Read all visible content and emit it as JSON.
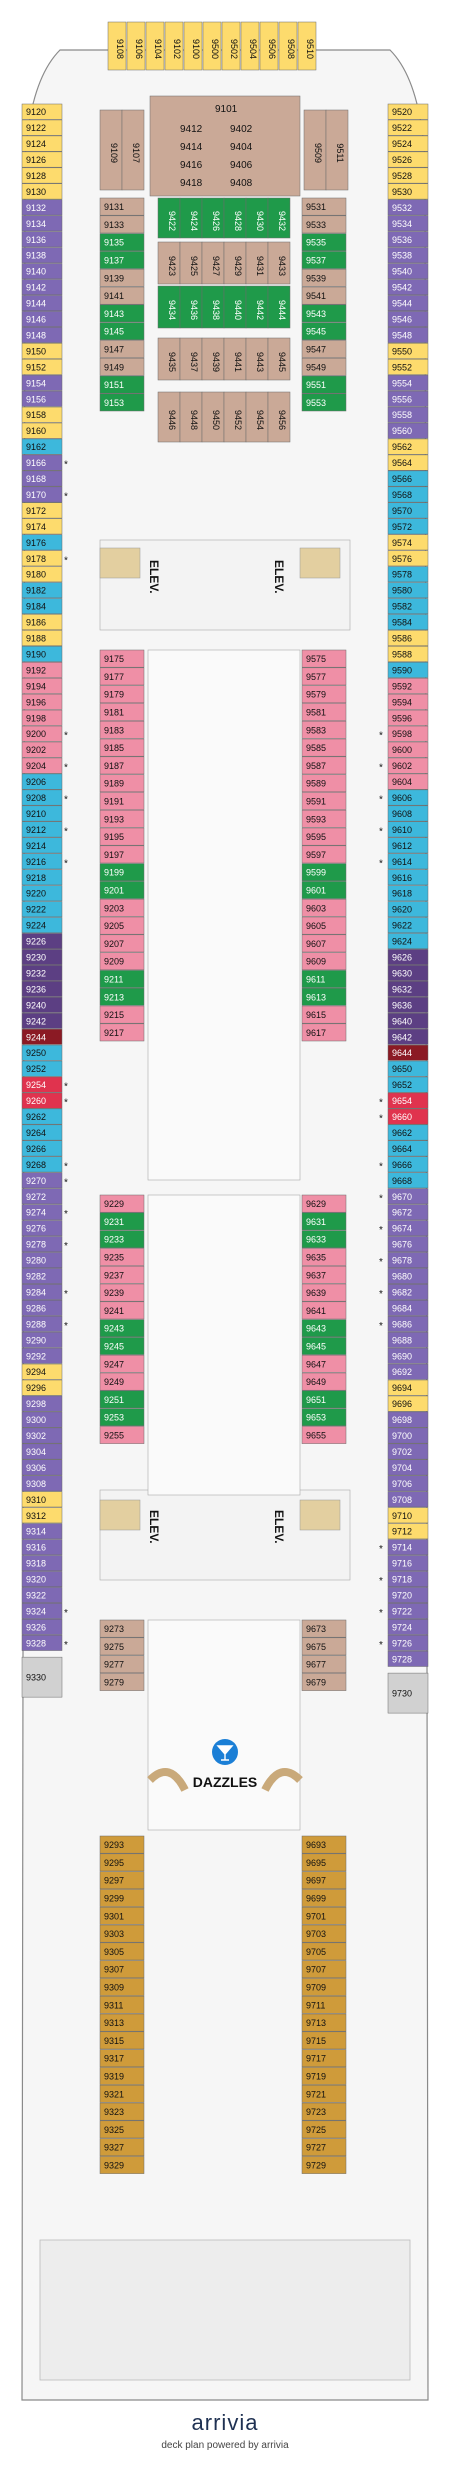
{
  "colors": {
    "grey": "#d1d1d1",
    "yellow": "#fddb6d",
    "purple": "#7e69b4",
    "blue": "#3db8dc",
    "beige": "#caa997",
    "green": "#1f9a4a",
    "pink": "#ef8fa6",
    "darkPurple": "#5c3f83",
    "maroon": "#8b1a24",
    "red": "#e0334e",
    "gold": "#cf9b3a",
    "outline": "#6b6b6b"
  },
  "labels": {
    "elev": "ELEV.",
    "dazzles": "DAZZLES",
    "martini_icon": "martini-icon",
    "accessible_icon": "wheelchair-icon",
    "tv_icon": "tv-icon",
    "star": "*"
  },
  "brand": {
    "logo": "arrivia",
    "tagline": "deck plan powered by arrivia"
  },
  "top_block": [
    "9108",
    "9106",
    "9104",
    "9102",
    "9100",
    "9500",
    "9502",
    "9504",
    "9506",
    "9508",
    "9510"
  ],
  "left_col": [
    [
      "9120",
      "y",
      0
    ],
    [
      "9122",
      "y",
      0
    ],
    [
      "9124",
      "y",
      0
    ],
    [
      "9126",
      "y",
      0
    ],
    [
      "9128",
      "y",
      0
    ],
    [
      "9130",
      "y",
      0
    ],
    [
      "9132",
      "p",
      0
    ],
    [
      "9134",
      "p",
      0
    ],
    [
      "9136",
      "p",
      0
    ],
    [
      "9138",
      "p",
      0
    ],
    [
      "9140",
      "p",
      0
    ],
    [
      "9142",
      "p",
      0
    ],
    [
      "9144",
      "p",
      0
    ],
    [
      "9146",
      "p",
      0
    ],
    [
      "9148",
      "p",
      0
    ],
    [
      "9150",
      "y",
      0
    ],
    [
      "9152",
      "y",
      0
    ],
    [
      "9154",
      "p",
      0
    ],
    [
      "9156",
      "p",
      0
    ],
    [
      "9158",
      "y",
      0
    ],
    [
      "9160",
      "y",
      0
    ],
    [
      "9162",
      "b",
      0
    ],
    [
      "9166",
      "p",
      1
    ],
    [
      "9168",
      "p",
      0
    ],
    [
      "9170",
      "p",
      1
    ],
    [
      "9172",
      "y",
      0
    ],
    [
      "9174",
      "y",
      0
    ],
    [
      "9176",
      "b",
      0
    ],
    [
      "9178",
      "y",
      1
    ],
    [
      "9180",
      "y",
      0
    ],
    [
      "9182",
      "b",
      0
    ],
    [
      "9184",
      "b",
      0
    ],
    [
      "9186",
      "y",
      0
    ],
    [
      "9188",
      "y",
      0
    ],
    [
      "9190",
      "b",
      0
    ],
    [
      "9192",
      "k",
      0
    ],
    [
      "9194",
      "k",
      0
    ],
    [
      "9196",
      "k",
      0
    ],
    [
      "9198",
      "k",
      0
    ],
    [
      "9200",
      "k",
      1
    ],
    [
      "9202",
      "k",
      0
    ],
    [
      "9204",
      "k",
      1
    ],
    [
      "9206",
      "b",
      0
    ],
    [
      "9208",
      "b",
      1
    ],
    [
      "9210",
      "b",
      0
    ],
    [
      "9212",
      "b",
      1
    ],
    [
      "9214",
      "b",
      0
    ],
    [
      "9216",
      "b",
      1
    ],
    [
      "9218",
      "b",
      0
    ],
    [
      "9220",
      "b",
      0
    ],
    [
      "9222",
      "b",
      0
    ],
    [
      "9224",
      "b",
      0
    ],
    [
      "9226",
      "d",
      0
    ],
    [
      "9230",
      "d",
      0
    ],
    [
      "9232",
      "d",
      0
    ],
    [
      "9236",
      "d",
      0
    ],
    [
      "9240",
      "d",
      0
    ],
    [
      "9242",
      "d",
      0
    ],
    [
      "9244",
      "m",
      0
    ],
    [
      "9250",
      "b",
      0
    ],
    [
      "9252",
      "b",
      0
    ],
    [
      "9254",
      "r",
      1
    ],
    [
      "9260",
      "r",
      1
    ],
    [
      "9262",
      "b",
      0
    ],
    [
      "9264",
      "b",
      0
    ],
    [
      "9266",
      "b",
      0
    ],
    [
      "9268",
      "b",
      1
    ],
    [
      "9270",
      "p",
      1
    ],
    [
      "9272",
      "p",
      0
    ],
    [
      "9274",
      "p",
      1
    ],
    [
      "9276",
      "p",
      0
    ],
    [
      "9278",
      "p",
      1
    ],
    [
      "9280",
      "p",
      0
    ],
    [
      "9282",
      "p",
      0
    ],
    [
      "9284",
      "p",
      1
    ],
    [
      "9286",
      "p",
      0
    ],
    [
      "9288",
      "p",
      1
    ],
    [
      "9290",
      "p",
      0
    ],
    [
      "9292",
      "p",
      0
    ],
    [
      "9294",
      "y",
      0
    ],
    [
      "9296",
      "y",
      0
    ],
    [
      "9298",
      "p",
      0
    ],
    [
      "9300",
      "p",
      0
    ],
    [
      "9302",
      "p",
      0
    ],
    [
      "9304",
      "p",
      0
    ],
    [
      "9306",
      "p",
      0
    ],
    [
      "9308",
      "p",
      0
    ],
    [
      "9310",
      "y",
      0
    ],
    [
      "9312",
      "y",
      0
    ],
    [
      "9314",
      "p",
      0
    ],
    [
      "9316",
      "p",
      0
    ],
    [
      "9318",
      "p",
      0
    ],
    [
      "9320",
      "p",
      0
    ],
    [
      "9322",
      "p",
      0
    ],
    [
      "9324",
      "p",
      1
    ],
    [
      "9326",
      "p",
      0
    ],
    [
      "9328",
      "p",
      1
    ]
  ],
  "right_col": [
    [
      "9520",
      "y",
      0
    ],
    [
      "9522",
      "y",
      0
    ],
    [
      "9524",
      "y",
      0
    ],
    [
      "9526",
      "y",
      0
    ],
    [
      "9528",
      "y",
      0
    ],
    [
      "9530",
      "y",
      0
    ],
    [
      "9532",
      "p",
      0
    ],
    [
      "9534",
      "p",
      0
    ],
    [
      "9536",
      "p",
      0
    ],
    [
      "9538",
      "p",
      0
    ],
    [
      "9540",
      "p",
      0
    ],
    [
      "9542",
      "p",
      0
    ],
    [
      "9544",
      "p",
      0
    ],
    [
      "9546",
      "p",
      0
    ],
    [
      "9548",
      "p",
      0
    ],
    [
      "9550",
      "y",
      0
    ],
    [
      "9552",
      "y",
      0
    ],
    [
      "9554",
      "p",
      0
    ],
    [
      "9556",
      "p",
      0
    ],
    [
      "9558",
      "p",
      0
    ],
    [
      "9560",
      "p",
      0
    ],
    [
      "9562",
      "y",
      0
    ],
    [
      "9564",
      "y",
      0
    ],
    [
      "9566",
      "b",
      0
    ],
    [
      "9568",
      "b",
      0
    ],
    [
      "9570",
      "b",
      0
    ],
    [
      "9572",
      "b",
      0
    ],
    [
      "9574",
      "y",
      0
    ],
    [
      "9576",
      "y",
      0
    ],
    [
      "9578",
      "b",
      0
    ],
    [
      "9580",
      "b",
      0
    ],
    [
      "9582",
      "b",
      0
    ],
    [
      "9584",
      "b",
      0
    ],
    [
      "9586",
      "y",
      0
    ],
    [
      "9588",
      "y",
      0
    ],
    [
      "9590",
      "b",
      0
    ],
    [
      "9592",
      "k",
      0
    ],
    [
      "9594",
      "k",
      0
    ],
    [
      "9596",
      "k",
      0
    ],
    [
      "9598",
      "k",
      1
    ],
    [
      "9600",
      "k",
      0
    ],
    [
      "9602",
      "k",
      1
    ],
    [
      "9604",
      "k",
      0
    ],
    [
      "9606",
      "b",
      1
    ],
    [
      "9608",
      "b",
      0
    ],
    [
      "9610",
      "b",
      1
    ],
    [
      "9612",
      "b",
      0
    ],
    [
      "9614",
      "b",
      1
    ],
    [
      "9616",
      "b",
      0
    ],
    [
      "9618",
      "b",
      0
    ],
    [
      "9620",
      "b",
      0
    ],
    [
      "9622",
      "b",
      0
    ],
    [
      "9624",
      "b",
      0
    ],
    [
      "9626",
      "d",
      0
    ],
    [
      "9630",
      "d",
      0
    ],
    [
      "9632",
      "d",
      0
    ],
    [
      "9636",
      "d",
      0
    ],
    [
      "9640",
      "d",
      0
    ],
    [
      "9642",
      "d",
      0
    ],
    [
      "9644",
      "m",
      0
    ],
    [
      "9650",
      "b",
      0
    ],
    [
      "9652",
      "b",
      0
    ],
    [
      "9654",
      "r",
      1
    ],
    [
      "9660",
      "r",
      1
    ],
    [
      "9662",
      "b",
      0
    ],
    [
      "9664",
      "b",
      0
    ],
    [
      "9666",
      "b",
      1
    ],
    [
      "9668",
      "b",
      0
    ],
    [
      "9670",
      "p",
      1
    ],
    [
      "9672",
      "p",
      0
    ],
    [
      "9674",
      "p",
      1
    ],
    [
      "9676",
      "p",
      0
    ],
    [
      "9678",
      "p",
      1
    ],
    [
      "9680",
      "p",
      0
    ],
    [
      "9682",
      "p",
      1
    ],
    [
      "9684",
      "p",
      0
    ],
    [
      "9686",
      "p",
      1
    ],
    [
      "9688",
      "p",
      0
    ],
    [
      "9690",
      "p",
      0
    ],
    [
      "9692",
      "p",
      0
    ],
    [
      "9694",
      "y",
      0
    ],
    [
      "9696",
      "y",
      0
    ],
    [
      "9698",
      "p",
      0
    ],
    [
      "9700",
      "p",
      0
    ],
    [
      "9702",
      "p",
      0
    ],
    [
      "9704",
      "p",
      0
    ],
    [
      "9706",
      "p",
      0
    ],
    [
      "9708",
      "p",
      0
    ],
    [
      "9710",
      "y",
      0
    ],
    [
      "9712",
      "y",
      0
    ],
    [
      "9714",
      "p",
      1
    ],
    [
      "9716",
      "p",
      0
    ],
    [
      "9718",
      "p",
      1
    ],
    [
      "9720",
      "p",
      0
    ],
    [
      "9722",
      "p",
      1
    ],
    [
      "9724",
      "p",
      0
    ],
    [
      "9726",
      "p",
      1
    ],
    [
      "9728",
      "p",
      0
    ]
  ],
  "end_cabins": [
    "9330",
    "9730"
  ],
  "inner_left": [
    [
      "9131",
      "e"
    ],
    [
      "9133",
      "e"
    ],
    [
      "9135",
      "g"
    ],
    [
      "9137",
      "g"
    ],
    [
      "9139",
      "e"
    ],
    [
      "9141",
      "e"
    ],
    [
      "9143",
      "g"
    ],
    [
      "9145",
      "g"
    ],
    [
      "9147",
      "e"
    ],
    [
      "9149",
      "e"
    ],
    [
      "9151",
      "g"
    ],
    [
      "9153",
      "g"
    ],
    [
      "9175",
      "k"
    ],
    [
      "9177",
      "k"
    ],
    [
      "9179",
      "k"
    ],
    [
      "9181",
      "k"
    ],
    [
      "9183",
      "k"
    ],
    [
      "9185",
      "k"
    ],
    [
      "9187",
      "k"
    ],
    [
      "9189",
      "k"
    ],
    [
      "9191",
      "k"
    ],
    [
      "9193",
      "k"
    ],
    [
      "9195",
      "k"
    ],
    [
      "9197",
      "k"
    ],
    [
      "9199",
      "g"
    ],
    [
      "9201",
      "g"
    ],
    [
      "9203",
      "k"
    ],
    [
      "9205",
      "k"
    ],
    [
      "9207",
      "k"
    ],
    [
      "9209",
      "k"
    ],
    [
      "9211",
      "g"
    ],
    [
      "9213",
      "g"
    ],
    [
      "9215",
      "k"
    ],
    [
      "9217",
      "k"
    ],
    [
      "9229",
      "k"
    ],
    [
      "9231",
      "g"
    ],
    [
      "9233",
      "g"
    ],
    [
      "9235",
      "k"
    ],
    [
      "9237",
      "k"
    ],
    [
      "9239",
      "k"
    ],
    [
      "9241",
      "k"
    ],
    [
      "9243",
      "g"
    ],
    [
      "9245",
      "g"
    ],
    [
      "9247",
      "k"
    ],
    [
      "9249",
      "k"
    ],
    [
      "9251",
      "g"
    ],
    [
      "9253",
      "g"
    ],
    [
      "9255",
      "k"
    ],
    [
      "9273",
      "e"
    ],
    [
      "9275",
      "e"
    ],
    [
      "9277",
      "e"
    ],
    [
      "9279",
      "e"
    ],
    [
      "9293",
      "o"
    ],
    [
      "9295",
      "o"
    ],
    [
      "9297",
      "o"
    ],
    [
      "9299",
      "o"
    ],
    [
      "9301",
      "o"
    ],
    [
      "9303",
      "o"
    ],
    [
      "9305",
      "o"
    ],
    [
      "9307",
      "o"
    ],
    [
      "9309",
      "o"
    ],
    [
      "9311",
      "o"
    ],
    [
      "9313",
      "o"
    ],
    [
      "9315",
      "o"
    ],
    [
      "9317",
      "o"
    ],
    [
      "9319",
      "o"
    ],
    [
      "9321",
      "o"
    ],
    [
      "9323",
      "o"
    ],
    [
      "9325",
      "o"
    ],
    [
      "9327",
      "o"
    ],
    [
      "9329",
      "o"
    ]
  ],
  "inner_right": [
    [
      "9531",
      "e"
    ],
    [
      "9533",
      "e"
    ],
    [
      "9535",
      "g"
    ],
    [
      "9537",
      "g"
    ],
    [
      "9539",
      "e"
    ],
    [
      "9541",
      "e"
    ],
    [
      "9543",
      "g"
    ],
    [
      "9545",
      "g"
    ],
    [
      "9547",
      "e"
    ],
    [
      "9549",
      "e"
    ],
    [
      "9551",
      "g"
    ],
    [
      "9553",
      "g"
    ],
    [
      "9575",
      "k"
    ],
    [
      "9577",
      "k"
    ],
    [
      "9579",
      "k"
    ],
    [
      "9581",
      "k"
    ],
    [
      "9583",
      "k"
    ],
    [
      "9585",
      "k"
    ],
    [
      "9587",
      "k"
    ],
    [
      "9589",
      "k"
    ],
    [
      "9591",
      "k"
    ],
    [
      "9593",
      "k"
    ],
    [
      "9595",
      "k"
    ],
    [
      "9597",
      "k"
    ],
    [
      "9599",
      "g"
    ],
    [
      "9601",
      "g"
    ],
    [
      "9603",
      "k"
    ],
    [
      "9605",
      "k"
    ],
    [
      "9607",
      "k"
    ],
    [
      "9609",
      "k"
    ],
    [
      "9611",
      "g"
    ],
    [
      "9613",
      "g"
    ],
    [
      "9615",
      "k"
    ],
    [
      "9617",
      "k"
    ],
    [
      "9629",
      "k"
    ],
    [
      "9631",
      "g"
    ],
    [
      "9633",
      "g"
    ],
    [
      "9635",
      "k"
    ],
    [
      "9637",
      "k"
    ],
    [
      "9639",
      "k"
    ],
    [
      "9641",
      "k"
    ],
    [
      "9643",
      "g"
    ],
    [
      "9645",
      "g"
    ],
    [
      "9647",
      "k"
    ],
    [
      "9649",
      "k"
    ],
    [
      "9651",
      "g"
    ],
    [
      "9653",
      "g"
    ],
    [
      "9655",
      "k"
    ],
    [
      "9673",
      "e"
    ],
    [
      "9675",
      "e"
    ],
    [
      "9677",
      "e"
    ],
    [
      "9679",
      "e"
    ],
    [
      "9693",
      "o"
    ],
    [
      "9695",
      "o"
    ],
    [
      "9697",
      "o"
    ],
    [
      "9699",
      "o"
    ],
    [
      "9701",
      "o"
    ],
    [
      "9703",
      "o"
    ],
    [
      "9705",
      "o"
    ],
    [
      "9707",
      "o"
    ],
    [
      "9709",
      "o"
    ],
    [
      "9711",
      "o"
    ],
    [
      "9713",
      "o"
    ],
    [
      "9715",
      "o"
    ],
    [
      "9717",
      "o"
    ],
    [
      "9719",
      "o"
    ],
    [
      "9721",
      "o"
    ],
    [
      "9723",
      "o"
    ],
    [
      "9725",
      "o"
    ],
    [
      "9727",
      "o"
    ],
    [
      "9729",
      "o"
    ]
  ],
  "center_top_left": [
    "9109",
    "9107"
  ],
  "center_top_right": [
    "9509",
    "9511"
  ],
  "center_top_stack": [
    [
      "9412",
      "9402"
    ],
    [
      "9414",
      "9404"
    ],
    [
      "9416",
      "9406"
    ],
    [
      "9418",
      "9408"
    ]
  ],
  "center_top_header": "9101",
  "center_green_cols": [
    "9422",
    "9424",
    "9426",
    "9428",
    "9430",
    "9432"
  ],
  "center_mid_rows": [
    [
      "9423",
      "9425",
      "9427",
      "9429",
      "9431",
      "9433"
    ],
    [
      "9434",
      "9436",
      "9438",
      "9440",
      "9442",
      "9444"
    ],
    [
      "9435",
      "9437",
      "9439",
      "9441",
      "9443",
      "9445"
    ],
    [
      "9446",
      "9448",
      "9450",
      "9452",
      "9454",
      "9456"
    ]
  ]
}
